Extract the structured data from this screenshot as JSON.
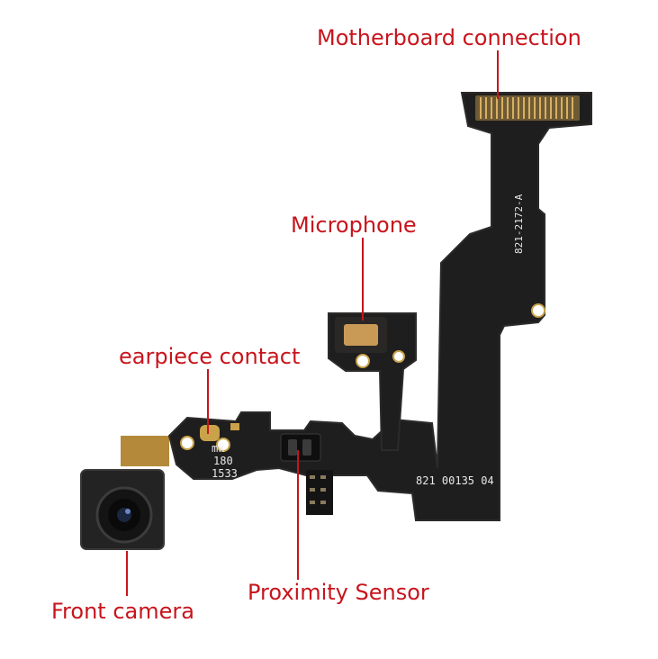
{
  "colors": {
    "label": "#c8141c",
    "pointer": "#c8141c",
    "flex": "#1f1e1e",
    "flex_edge": "#2c2b2a",
    "gold": "#c9a24a",
    "background": "#ffffff"
  },
  "labels": {
    "motherboard": "Motherboard connection",
    "microphone": "Microphone",
    "earpiece": "earpiece contact",
    "front_camera": "Front camera",
    "proximity": "Proximity Sensor"
  },
  "pcb_markings": {
    "vertical_code": "821-2172-A",
    "mk": "mk",
    "n180": "180",
    "n1533": "1533",
    "bottom_code": "821 00135 04"
  }
}
